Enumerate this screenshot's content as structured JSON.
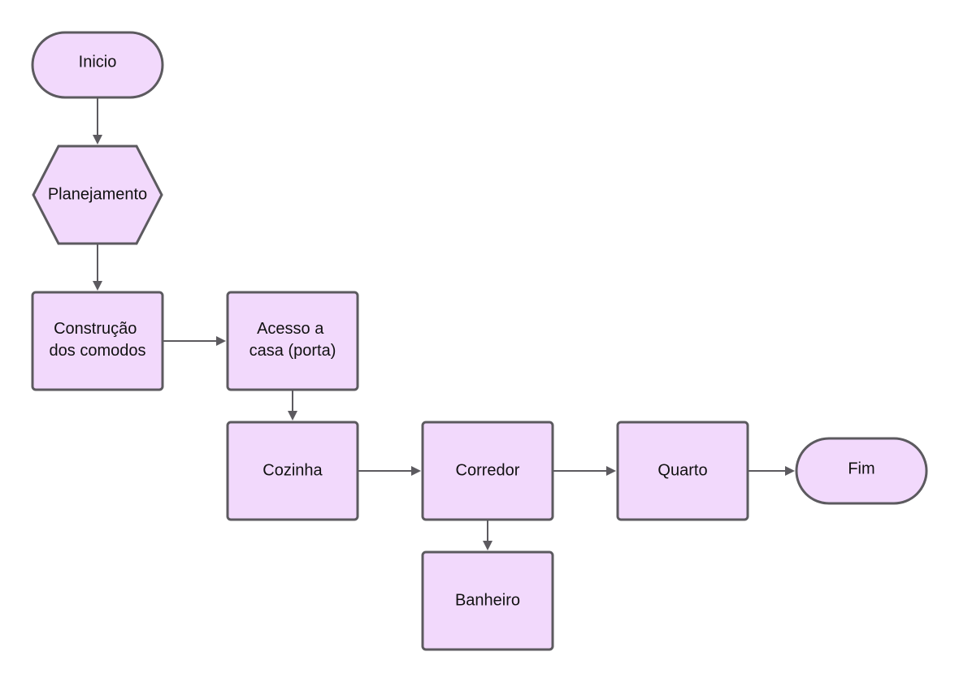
{
  "colors": {
    "node_fill": "#f2d9fc",
    "node_stroke": "#5c5a5f",
    "edge": "#5c5a5f",
    "text": "#111111"
  },
  "nodes": {
    "inicio": {
      "label": "Inicio",
      "shape": "terminal"
    },
    "planejamento": {
      "label": "Planejamento",
      "shape": "hexagon"
    },
    "construcao": {
      "label_lines": [
        "Construção",
        "dos comodos"
      ],
      "shape": "process"
    },
    "acesso": {
      "label_lines": [
        "Acesso a",
        "casa (porta)"
      ],
      "shape": "process"
    },
    "cozinha": {
      "label": "Cozinha",
      "shape": "process"
    },
    "corredor": {
      "label": "Corredor",
      "shape": "process"
    },
    "quarto": {
      "label": "Quarto",
      "shape": "process"
    },
    "fim": {
      "label": "Fim",
      "shape": "terminal"
    },
    "banheiro": {
      "label": "Banheiro",
      "shape": "process"
    }
  },
  "edges": [
    {
      "from": "inicio",
      "to": "planejamento"
    },
    {
      "from": "planejamento",
      "to": "construcao"
    },
    {
      "from": "construcao",
      "to": "acesso"
    },
    {
      "from": "acesso",
      "to": "cozinha"
    },
    {
      "from": "cozinha",
      "to": "corredor"
    },
    {
      "from": "corredor",
      "to": "quarto"
    },
    {
      "from": "quarto",
      "to": "fim"
    },
    {
      "from": "corredor",
      "to": "banheiro"
    }
  ]
}
